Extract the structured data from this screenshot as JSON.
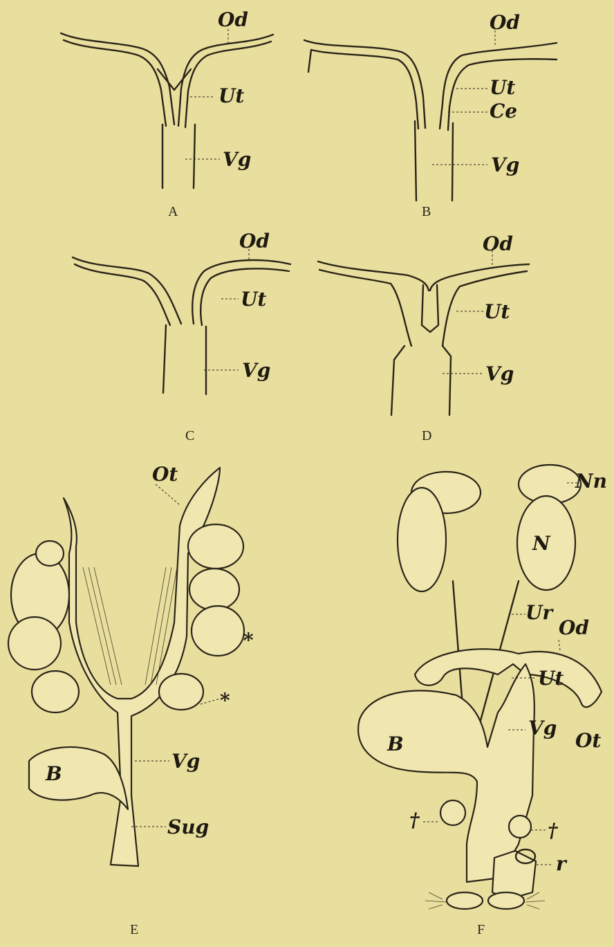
{
  "panels": {
    "A": {
      "caption": "A",
      "od": "Od",
      "ut": "Ut",
      "vg": "Vg"
    },
    "B": {
      "caption": "B",
      "od": "Od",
      "ut": "Ut",
      "ce": "Ce",
      "vg": "Vg"
    },
    "C": {
      "caption": "C",
      "od": "Od",
      "ut": "Ut",
      "vg": "Vg"
    },
    "D": {
      "caption": "D",
      "od": "Od",
      "ut": "Ut",
      "vg": "Vg"
    },
    "E": {
      "caption": "E",
      "ot": "Ot",
      "star1": "*",
      "star2": "*",
      "vg": "Vg",
      "b": "B",
      "sug": "Sug"
    },
    "F": {
      "caption": "F",
      "nn": "Nn",
      "n": "N",
      "ur": "Ur",
      "od": "Od",
      "ut": "Ut",
      "b": "B",
      "vg": "Vg",
      "ot": "Ot",
      "dagger1": "†",
      "dagger2": "†",
      "r": "r"
    }
  }
}
